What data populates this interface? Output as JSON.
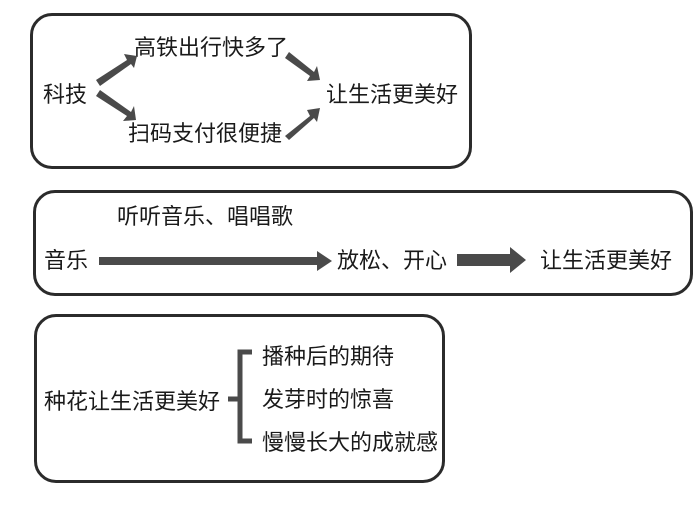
{
  "box1": {
    "source": "科技",
    "upper": "高铁出行快多了",
    "lower": "扫码支付很便捷",
    "result": "让生活更美好"
  },
  "box2": {
    "source": "音乐",
    "activity": "听听音乐、唱唱歌",
    "effect": "放松、开心",
    "result": "让生活更美好"
  },
  "box3": {
    "source": "种花让生活更美好",
    "items": [
      "播种后的期待",
      "发芽时的惊喜",
      "慢慢长大的成就感"
    ]
  },
  "colors": {
    "border": "#2b2b2b",
    "arrow": "#4a4a4a",
    "text": "#1a1a1a"
  }
}
